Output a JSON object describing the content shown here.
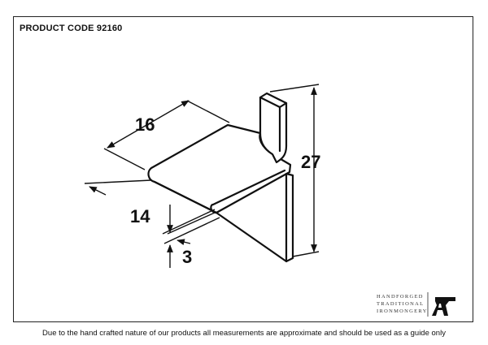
{
  "header": {
    "product_code": "PRODUCT CODE 92160"
  },
  "dimensions": {
    "width": "16",
    "height": "27",
    "projection": "14",
    "thickness": "3"
  },
  "logo": {
    "lines": [
      "HANDFORGED",
      "TRADITIONAL",
      "IRONMONGERY"
    ],
    "icon": "anvil-A-icon"
  },
  "footer": {
    "note": "Due to the hand crafted nature of our products all measurements are approximate and should be used as a guide only"
  },
  "colors": {
    "ink": "#111111",
    "background": "#ffffff"
  }
}
